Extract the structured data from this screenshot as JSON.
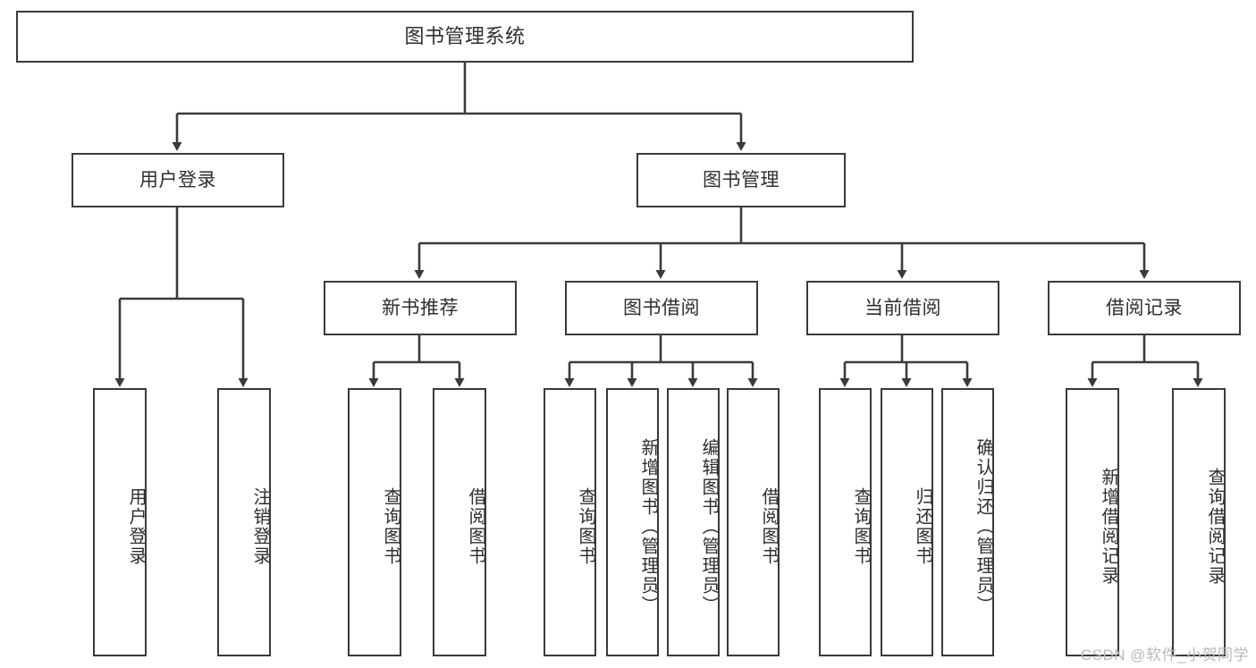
{
  "diagram": {
    "title": "图书管理系统",
    "type": "tree-hierarchy",
    "stroke_color": "#3a3a3a",
    "text_color": "#2e2e33",
    "background_color": "#ffffff",
    "root": {
      "label": "图书管理系统"
    },
    "level1": [
      {
        "label": "用户登录"
      },
      {
        "label": "图书管理"
      }
    ],
    "level2": [
      {
        "label": "新书推荐"
      },
      {
        "label": "图书借阅"
      },
      {
        "label": "当前借阅"
      },
      {
        "label": "借阅记录"
      }
    ],
    "leaves": {
      "user_login": [
        {
          "label": "用户登录"
        },
        {
          "label": "注销登录"
        }
      ],
      "new_book_recommend": [
        {
          "label": "查询图书"
        },
        {
          "label": "借阅图书"
        }
      ],
      "book_borrow": [
        {
          "label": "查询图书"
        },
        {
          "label": "新增图书（管理员）"
        },
        {
          "label": "编辑图书（管理员）"
        },
        {
          "label": "借阅图书"
        }
      ],
      "current_borrow": [
        {
          "label": "查询图书"
        },
        {
          "label": "归还图书"
        },
        {
          "label": "确认归还（管理员）"
        }
      ],
      "borrow_record": [
        {
          "label": "新增借阅记录"
        },
        {
          "label": "查询借阅记录"
        }
      ]
    }
  },
  "watermark": {
    "text": "CSDN @软件_小贺同学"
  }
}
